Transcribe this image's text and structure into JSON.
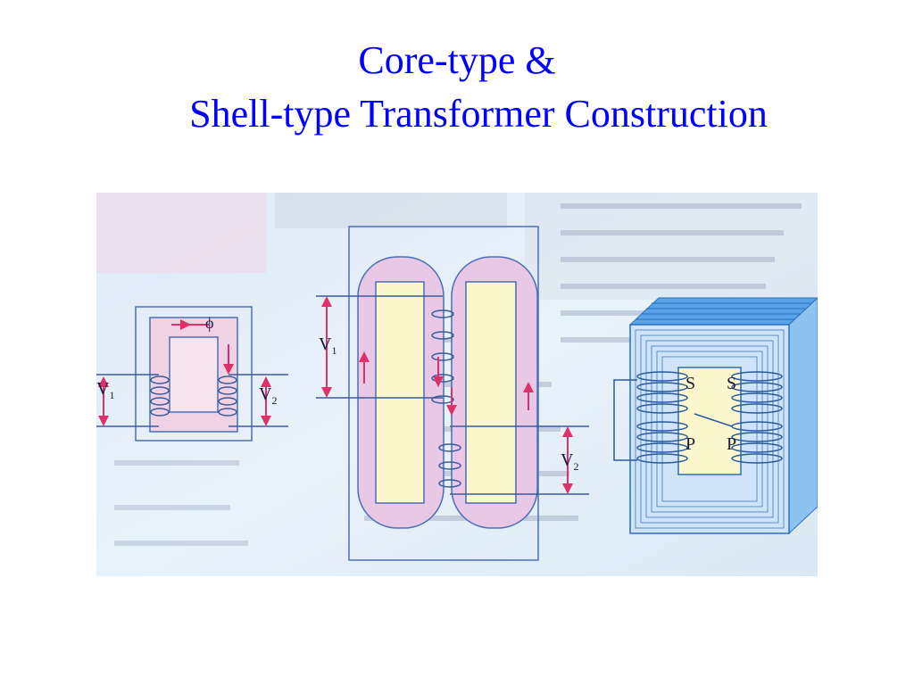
{
  "title": {
    "line1": "Core-type &",
    "line2": "Shell-type Transformer Construction"
  },
  "figure": {
    "core_type": {
      "flux_label": "ϕ",
      "primary_label": "V",
      "primary_sub": "1",
      "secondary_label": "V",
      "secondary_sub": "2"
    },
    "shell_type": {
      "primary_label": "V",
      "primary_sub": "1",
      "secondary_label": "V",
      "secondary_sub": "2"
    },
    "laminated_core": {
      "winding_labels": [
        "S",
        "S",
        "P",
        "P"
      ]
    }
  }
}
